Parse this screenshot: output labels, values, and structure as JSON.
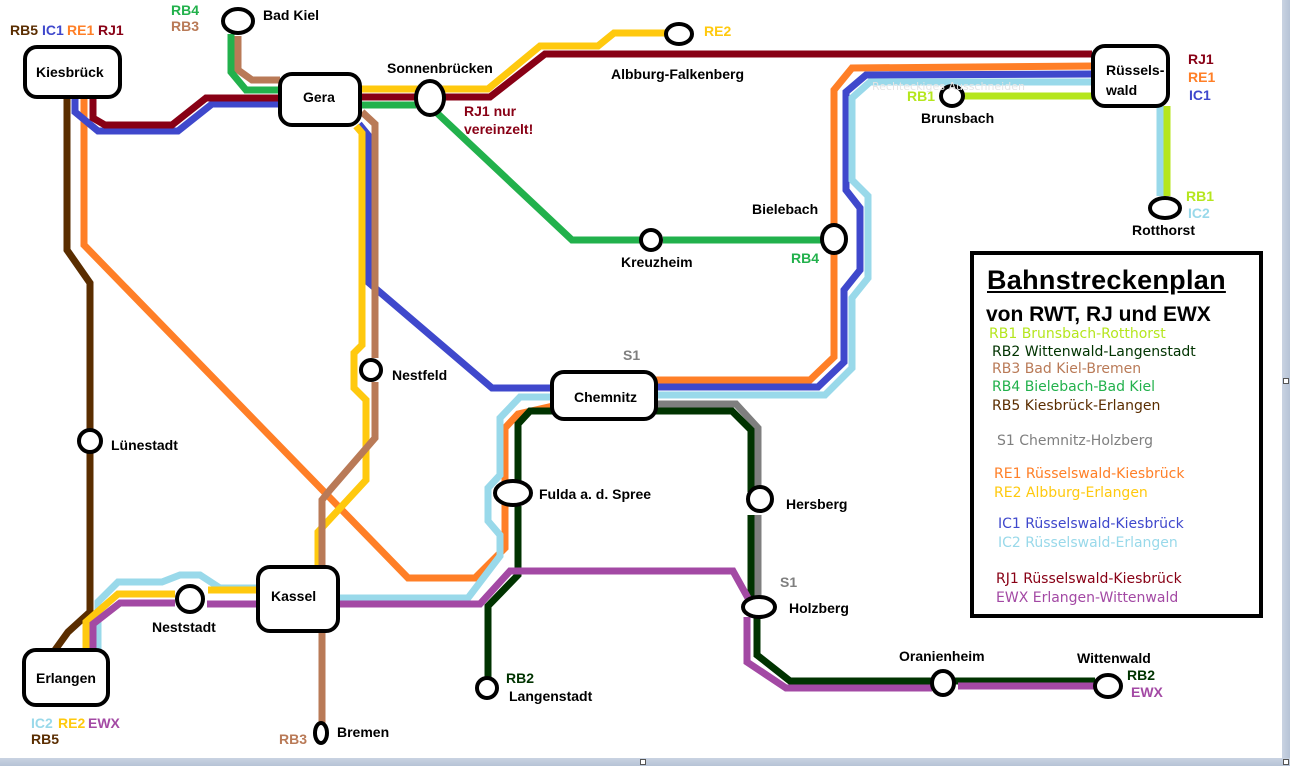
{
  "colors": {
    "RB1": "#b5e61d",
    "RB2": "#003300",
    "RB3": "#b97a57",
    "RB4": "#22b14c",
    "RB5": "#5a2d00",
    "S1": "#7f7f7f",
    "RE1": "#ff7f27",
    "RE2": "#ffc90e",
    "IC1": "#3f48cc",
    "IC2": "#99d9ea",
    "RJ1": "#880015",
    "EWX": "#a349a4"
  },
  "stations": {
    "kiesbrueck": "Kiesbrück",
    "bad_kiel": "Bad Kiel",
    "gera": "Gera",
    "sonnenbruecken": "Sonnenbrücken",
    "albburg": "Albburg-Falkenberg",
    "ruesselswald_1": "Rüssels-",
    "ruesselswald_2": "wald",
    "brunsbach": "Brunsbach",
    "rotthorst": "Rotthorst",
    "bielebach": "Bielebach",
    "kreuzheim": "Kreuzheim",
    "nestfeld": "Nestfeld",
    "chemnitz": "Chemnitz",
    "luenestadt": "Lünestadt",
    "fulda": "Fulda a. d. Spree",
    "hersberg": "Hersberg",
    "holzberg": "Holzberg",
    "kassel": "Kassel",
    "neststadt": "Neststadt",
    "erlangen": "Erlangen",
    "langenstadt": "Langenstadt",
    "bremen": "Bremen",
    "oranienheim": "Oranienheim",
    "wittenwald": "Wittenwald"
  },
  "codes": {
    "RB1": "RB1",
    "RB2": "RB2",
    "RB3": "RB3",
    "RB4": "RB4",
    "RB5": "RB5",
    "S1": "S1",
    "RE1": "RE1",
    "RE2": "RE2",
    "IC1": "IC1",
    "IC2": "IC2",
    "RJ1": "RJ1",
    "EWX": "EWX"
  },
  "notes": {
    "rj1_line1": "RJ1 nur",
    "rj1_line2": "vereinzelt!",
    "ghost_tooltip": "Rechteckiges Ausschneiden"
  },
  "legend": {
    "title": "Bahnstreckenplan",
    "subtitle": "von RWT, RJ und EWX",
    "items": [
      {
        "code": "RB1",
        "text": "RB1 Brunsbach-Rotthorst"
      },
      {
        "code": "RB2",
        "text": "RB2 Wittenwald-Langenstadt"
      },
      {
        "code": "RB3",
        "text": "RB3 Bad Kiel-Bremen"
      },
      {
        "code": "RB4",
        "text": "RB4 Bielebach-Bad Kiel"
      },
      {
        "code": "RB5",
        "text": "RB5 Kiesbrück-Erlangen"
      },
      {
        "code": "S1",
        "text": "S1 Chemnitz-Holzberg"
      },
      {
        "code": "RE1",
        "text": "RE1 Rüsselswald-Kiesbrück"
      },
      {
        "code": "RE2",
        "text": "RE2 Albburg-Erlangen"
      },
      {
        "code": "IC1",
        "text": "IC1 Rüsselswald-Kiesbrück"
      },
      {
        "code": "IC2",
        "text": "IC2 Rüsselswald-Erlangen"
      },
      {
        "code": "RJ1",
        "text": "RJ1 Rüsselswald-Kiesbrück"
      },
      {
        "code": "EWX",
        "text": "EWX Erlangen-Wittenwald"
      }
    ]
  }
}
